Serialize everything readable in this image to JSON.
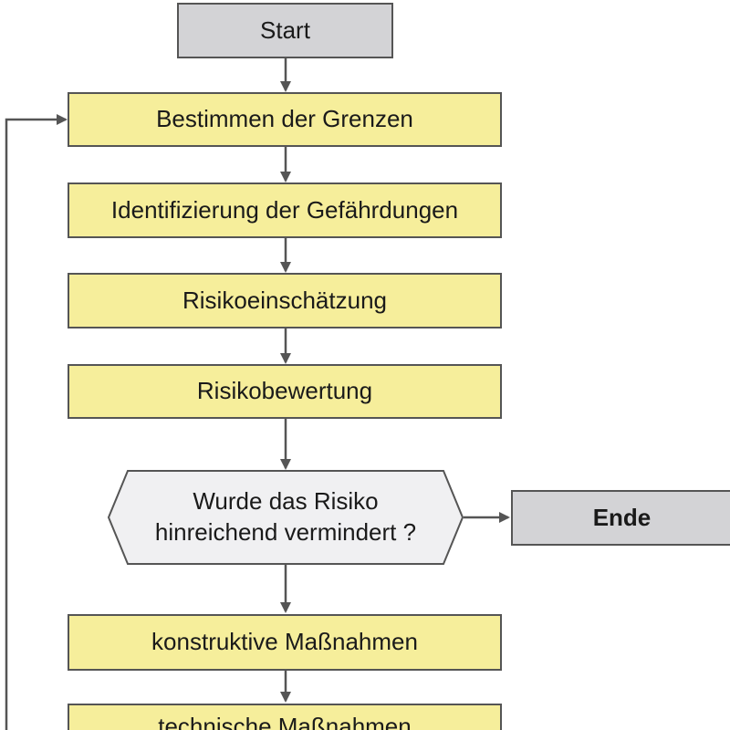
{
  "nodes": {
    "start": "Start",
    "bestimmen": "Bestimmen der Grenzen",
    "identifizierung": "Identifizierung der Gefährdungen",
    "einschaetzung": "Risikoeinschätzung",
    "bewertung": "Risikobewertung",
    "decision_line1": "Wurde das Risiko",
    "decision_line2": "hinreichend vermindert ?",
    "ende": "Ende",
    "konstruktive": "konstruktive Maßnahmen",
    "technische_partial": "technische Maßnahmen"
  },
  "colors": {
    "terminal_fill": "#d3d3d6",
    "process_fill": "#f6ee9b",
    "decision_fill": "#f0f0f2",
    "stroke": "#555555"
  }
}
